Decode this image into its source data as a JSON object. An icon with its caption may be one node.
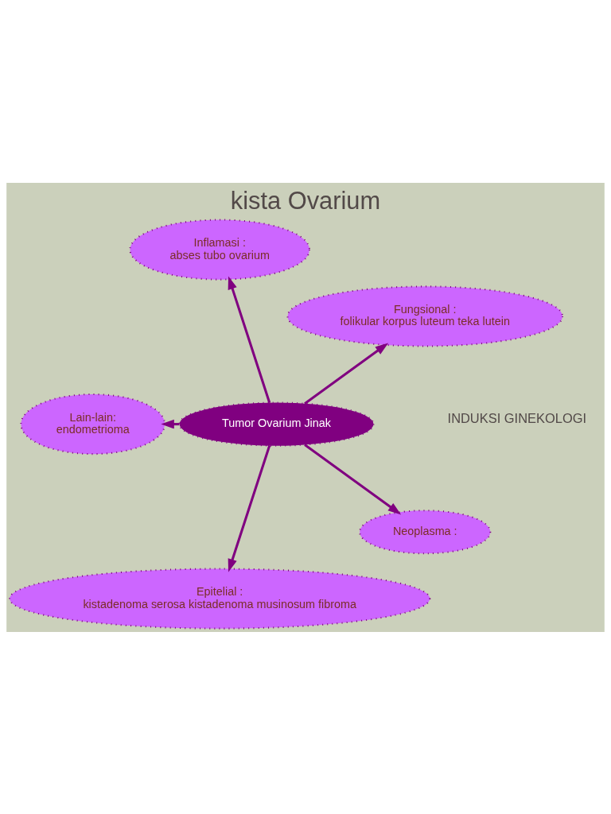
{
  "diagram": {
    "title": "kista Ovarium",
    "nodes": [
      {
        "text": [
          "Tumor Ovarium Jinak"
        ]
      },
      {
        "text": [
          "Fungsional :",
          "folikular korpus luteum teka lutein"
        ]
      },
      {
        "text": [
          "Inflamasi :",
          "abses tubo ovarium"
        ]
      },
      {
        "text": [
          "Lain-lain:",
          "endometrioma"
        ]
      },
      {
        "text": [
          "Epitelial :",
          "kistadenoma serosa kistadenoma musinosum fibroma"
        ]
      },
      {
        "text": [
          "Neoplasma :"
        ]
      }
    ],
    "edges": [
      {
        "from": 0,
        "to": 1,
        "arrow": "to"
      },
      {
        "from": 0,
        "to": 2,
        "arrow": "to"
      },
      {
        "from": 0,
        "to": 3,
        "arrow": "to"
      },
      {
        "from": 0,
        "to": 4,
        "arrow": "to"
      },
      {
        "from": 0,
        "to": 5,
        "arrow": "to"
      }
    ],
    "labels": [
      "INDUKSI GINEKOLOGI"
    ]
  }
}
